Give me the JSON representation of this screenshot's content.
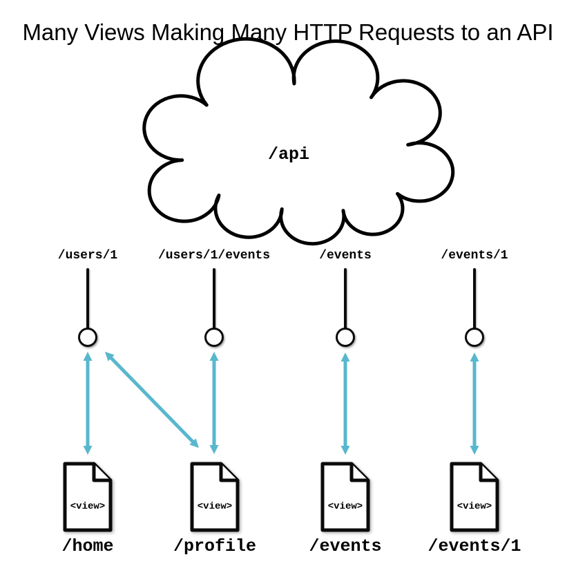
{
  "title": "Many Views Making Many HTTP Requests to an API",
  "cloud": {
    "label": "/api"
  },
  "endpoints": [
    {
      "label": "/users/1"
    },
    {
      "label": "/users/1/events"
    },
    {
      "label": "/events"
    },
    {
      "label": "/events/1"
    }
  ],
  "views": [
    {
      "icon_text": "<view>",
      "route": "/home"
    },
    {
      "icon_text": "<view>",
      "route": "/profile"
    },
    {
      "icon_text": "<view>",
      "route": "/events"
    },
    {
      "icon_text": "<view>",
      "route": "/events/1"
    }
  ],
  "requests": [
    {
      "from_view": "/home",
      "to_endpoint": "/users/1",
      "style": "vertical-double-arrow"
    },
    {
      "from_view": "/profile",
      "to_endpoint": "/users/1",
      "style": "diagonal-double-arrow"
    },
    {
      "from_view": "/profile",
      "to_endpoint": "/users/1/events",
      "style": "vertical-double-arrow"
    },
    {
      "from_view": "/events",
      "to_endpoint": "/events",
      "style": "vertical-double-arrow"
    },
    {
      "from_view": "/events/1",
      "to_endpoint": "/events/1",
      "style": "vertical-double-arrow"
    }
  ],
  "colors": {
    "arrow": "#58B7CD",
    "outline": "#000000"
  }
}
